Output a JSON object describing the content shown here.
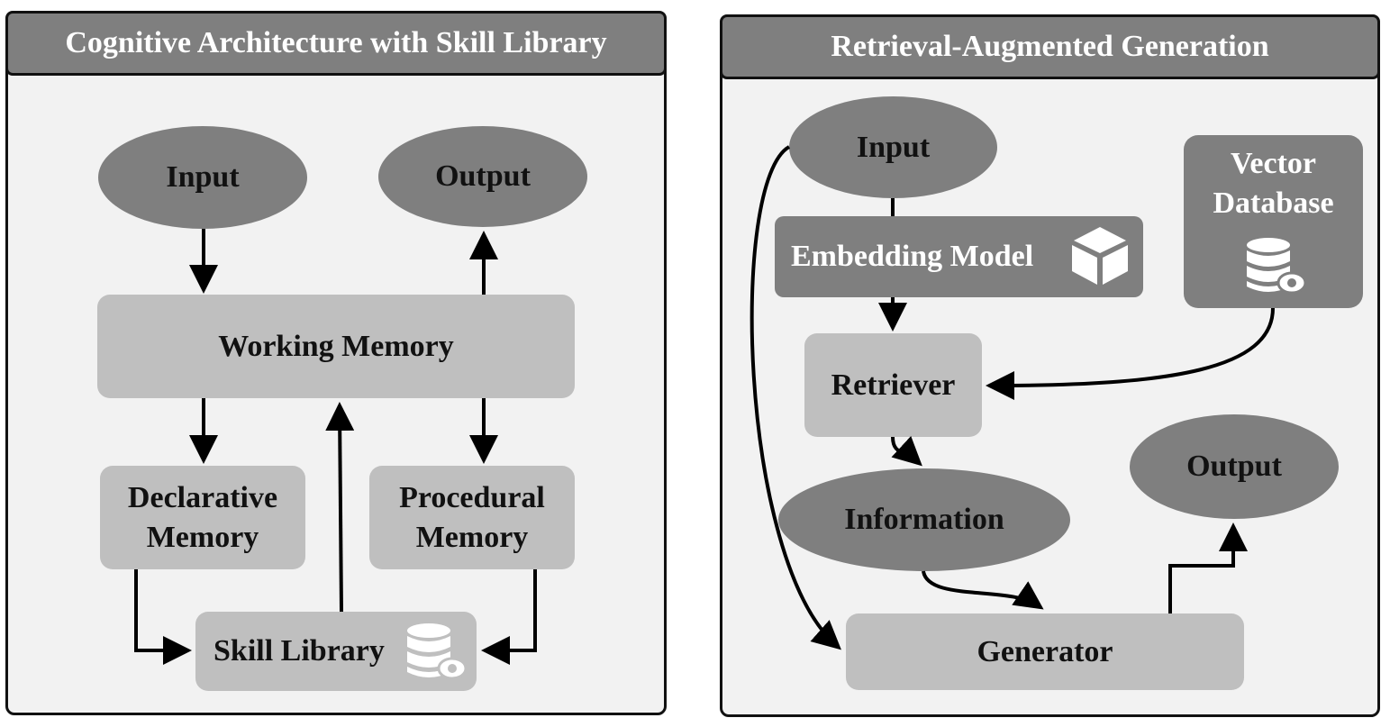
{
  "left_panel": {
    "title": "Cognitive Architecture with Skill Library",
    "nodes": {
      "input": "Input",
      "output": "Output",
      "working_memory": "Working Memory",
      "declarative_memory_line1": "Declarative",
      "declarative_memory_line2": "Memory",
      "procedural_memory_line1": "Procedural",
      "procedural_memory_line2": "Memory",
      "skill_library": "Skill Library"
    },
    "icons": [
      "database-icon"
    ]
  },
  "right_panel": {
    "title": "Retrieval-Augmented Generation",
    "nodes": {
      "input": "Input",
      "embedding_model": "Embedding Model",
      "vector_database_line1": "Vector",
      "vector_database_line2": "Database",
      "retriever": "Retriever",
      "information": "Information",
      "output": "Output",
      "generator": "Generator"
    },
    "icons": [
      "cube-icon",
      "database-icon"
    ]
  },
  "colors": {
    "panel_bg": "#f2f2f2",
    "dark_node": "#7f7f7f",
    "light_node": "#bfbfbf",
    "border": "#111111"
  }
}
